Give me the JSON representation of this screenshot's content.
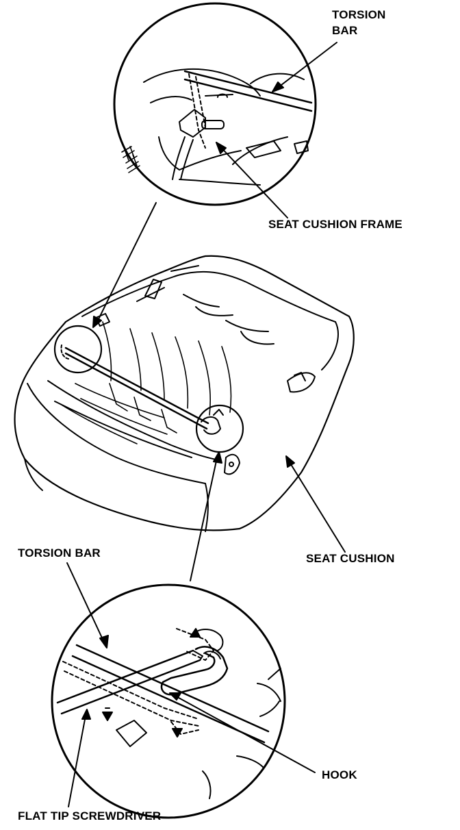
{
  "labels": {
    "torsion_bar_top_line1": "TORSION",
    "torsion_bar_top_line2": "BAR",
    "seat_cushion_frame": "SEAT CUSHION FRAME",
    "torsion_bar_bottom": "TORSION BAR",
    "seat_cushion": "SEAT CUSHION",
    "hook": "HOOK",
    "flat_tip_screwdriver": "FLAT TIP SCREWDRIVER"
  },
  "colors": {
    "ink": "#000000",
    "paper": "#ffffff"
  }
}
